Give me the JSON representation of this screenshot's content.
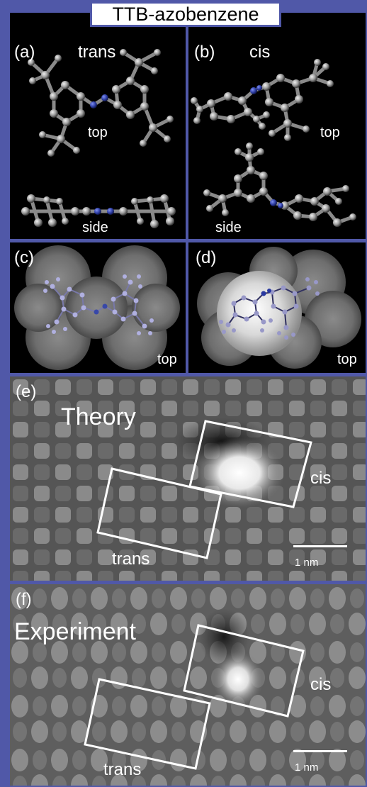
{
  "title": "TTB-azobenzene",
  "panels": {
    "a": {
      "letter": "(a)",
      "heading": "trans",
      "view_top": "top",
      "view_side": "side"
    },
    "b": {
      "letter": "(b)",
      "heading": "cis",
      "view_top": "top",
      "view_side": "side"
    },
    "c": {
      "letter": "(c)",
      "view": "top"
    },
    "d": {
      "letter": "(d)",
      "view": "top"
    },
    "e": {
      "letter": "(e)",
      "heading": "Theory",
      "cis_label": "cis",
      "trans_label": "trans",
      "scale_label": "1 nm"
    },
    "f": {
      "letter": "(f)",
      "heading": "Experiment",
      "cis_label": "cis",
      "trans_label": "trans",
      "scale_label": "1 nm"
    }
  },
  "colors": {
    "frame": "#5058a8",
    "nitrogen": "#3848a8",
    "carbon": "#a8a8a8",
    "molecule_overlay": "#a8a8d8"
  }
}
